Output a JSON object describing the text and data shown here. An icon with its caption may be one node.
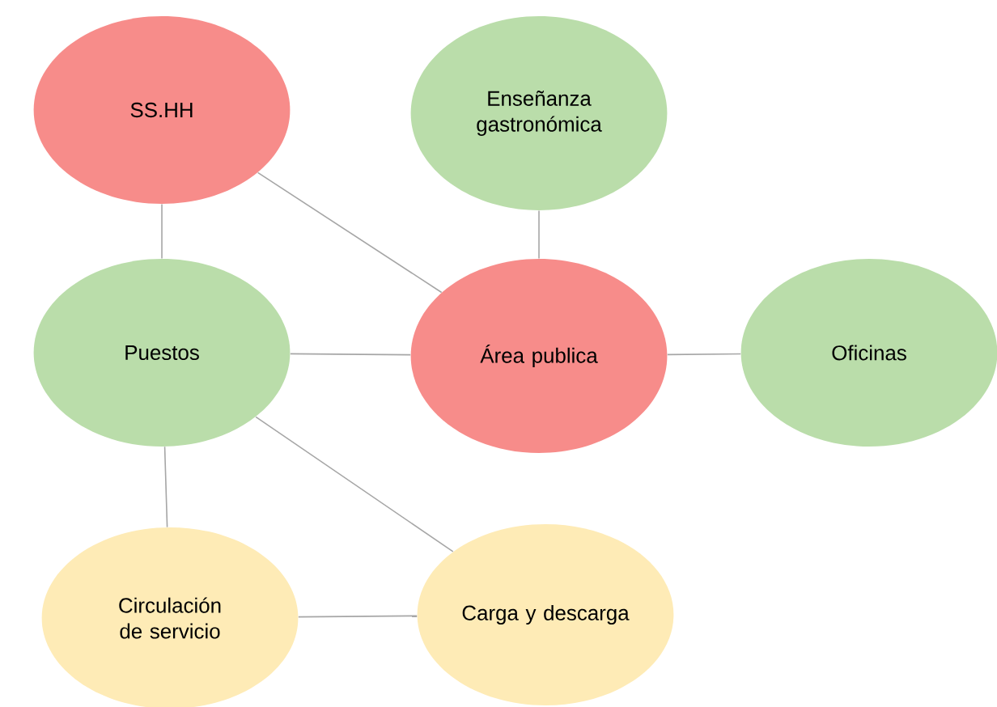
{
  "diagram": {
    "nodes": [
      {
        "text": [
          "SS.HH"
        ]
      },
      {
        "text": [
          "Enseñanza gastronómica"
        ]
      },
      {
        "text": [
          "Puestos"
        ]
      },
      {
        "text": [
          "Área publica"
        ]
      },
      {
        "text": [
          "Oficinas"
        ]
      },
      {
        "text": [
          "Circulación de servicio"
        ]
      },
      {
        "text": [
          "Carga y descarga"
        ]
      }
    ],
    "edges": [
      {
        "from": 0,
        "to": 2,
        "arrow": "none"
      },
      {
        "from": 0,
        "to": 3,
        "arrow": "none"
      },
      {
        "from": 1,
        "to": 3,
        "arrow": "none"
      },
      {
        "from": 2,
        "to": 3,
        "arrow": "none"
      },
      {
        "from": 3,
        "to": 4,
        "arrow": "none"
      },
      {
        "from": 2,
        "to": 5,
        "arrow": "none"
      },
      {
        "from": 2,
        "to": 6,
        "arrow": "none"
      },
      {
        "from": 5,
        "to": 6,
        "arrow": "none"
      }
    ]
  }
}
